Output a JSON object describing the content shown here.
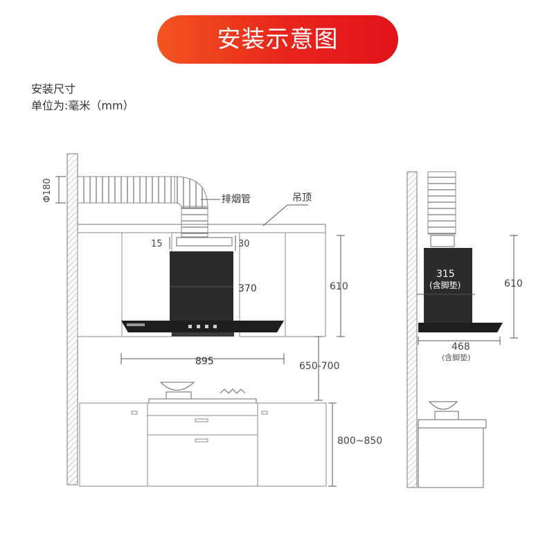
{
  "header": {
    "title": "安装示意图"
  },
  "info": {
    "line1": "安装尺寸",
    "line2": "单位为:毫米（mm）"
  },
  "labels": {
    "pipe_diameter": "Φ180",
    "exhaust_pipe": "排烟管",
    "ceiling": "吊顶",
    "dim_15": "15",
    "dim_30": "30",
    "dim_370": "370",
    "dim_610_front": "610",
    "dim_895": "895",
    "dim_650_700": "650-700",
    "dim_800_850": "800~850",
    "dim_315": "315",
    "dim_315_note": "(含脚垫)",
    "dim_610_side": "610",
    "dim_468": "468",
    "dim_468_note": "(含脚垫)"
  },
  "colors": {
    "banner_start": "#f2551f",
    "banner_end": "#e3121b",
    "line": "#555555",
    "hood": "#2b2b2b"
  }
}
